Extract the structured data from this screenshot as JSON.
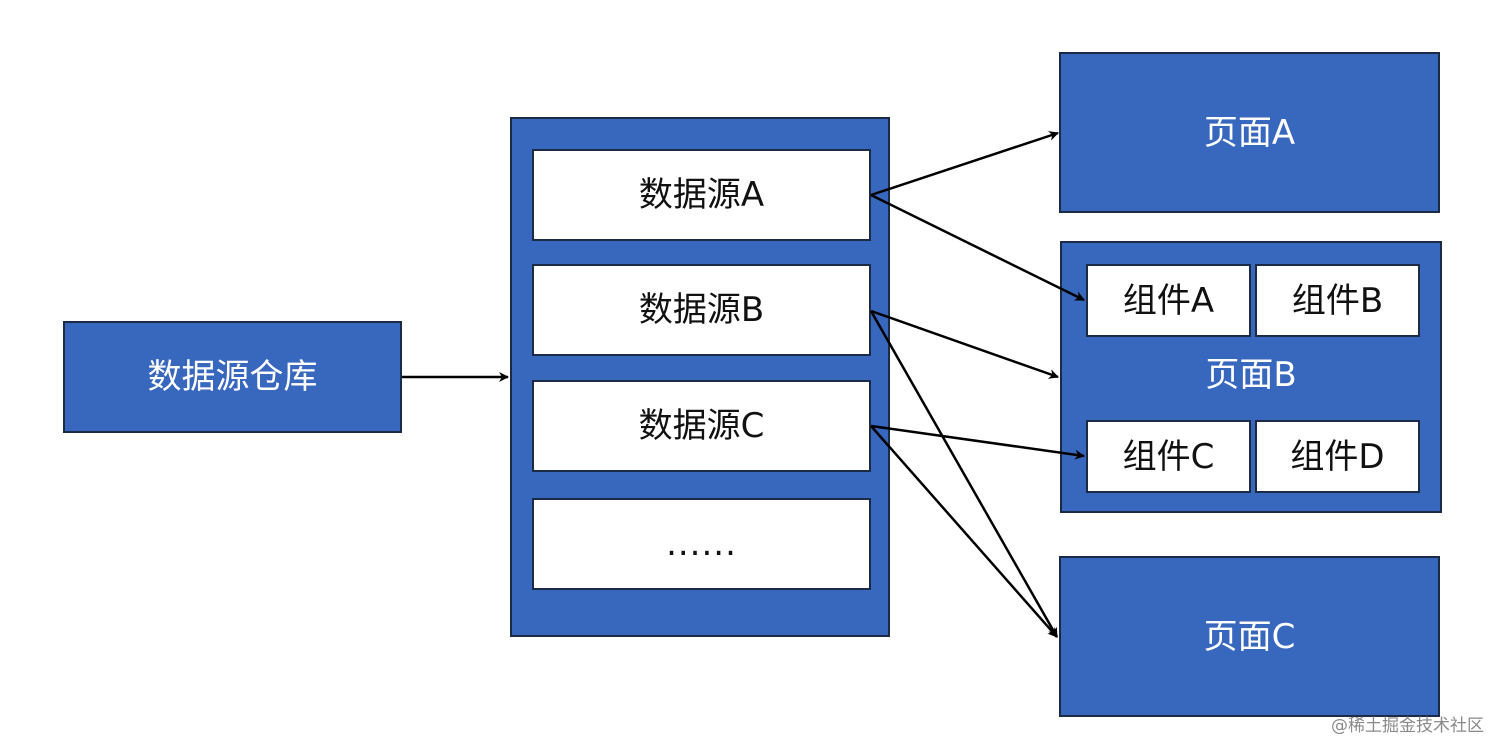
{
  "warehouse": {
    "label": "数据源仓库"
  },
  "sources": {
    "a": "数据源A",
    "b": "数据源B",
    "c": "数据源C",
    "more": "......"
  },
  "pages": {
    "a": {
      "label": "页面A"
    },
    "b": {
      "label": "页面B",
      "components": {
        "a": "组件A",
        "b": "组件B",
        "c": "组件C",
        "d": "组件D"
      }
    },
    "c": {
      "label": "页面C"
    }
  },
  "connections": [
    {
      "from": "数据源仓库",
      "to": "数据源A–C"
    },
    {
      "from": "数据源A",
      "to": "页面A"
    },
    {
      "from": "数据源A",
      "to": "组件A"
    },
    {
      "from": "数据源B",
      "to": "页面B"
    },
    {
      "from": "数据源B",
      "to": "页面C"
    },
    {
      "from": "数据源C",
      "to": "组件C"
    },
    {
      "from": "数据源C",
      "to": "页面C"
    }
  ],
  "watermark": "@稀土掘金技术社区",
  "colors": {
    "box_fill": "#3867be",
    "border": "#1c2b44",
    "arrow": "#000000"
  }
}
